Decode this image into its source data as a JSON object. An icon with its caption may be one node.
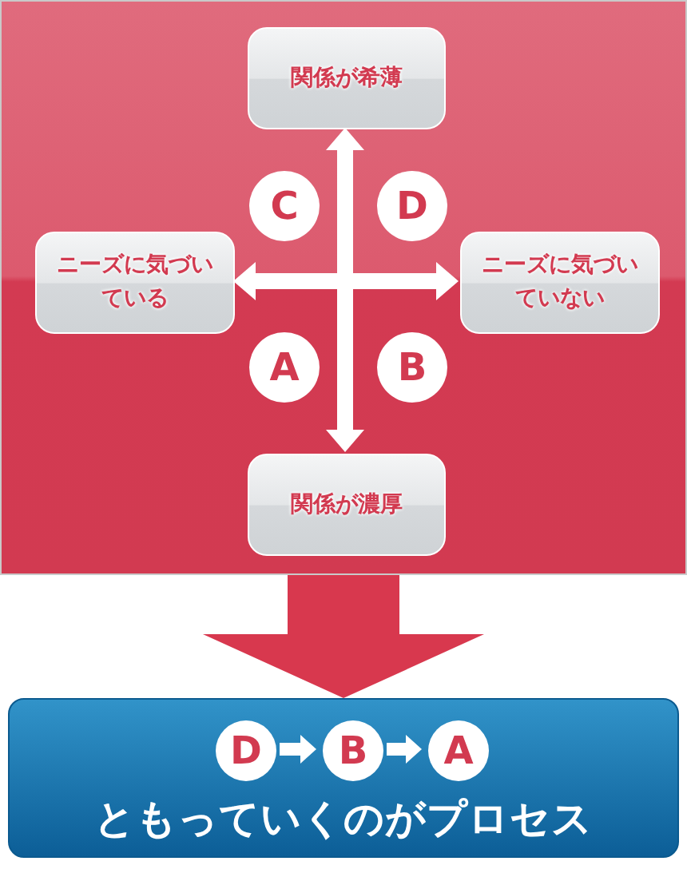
{
  "diagram": {
    "nodes": [
      {
        "text": [],
        "shape": "box"
      },
      {
        "text": [
          "関係が希薄"
        ],
        "in": 0
      },
      {
        "text": [
          "C"
        ],
        "in": 0
      },
      {
        "text": [
          "D"
        ],
        "in": 0
      },
      {
        "text": [
          "ニーズに気づいている"
        ],
        "in": 0
      },
      {
        "text": [
          "ニーズに気づいていない"
        ],
        "in": 0
      },
      {
        "text": [
          "A"
        ],
        "in": 0
      },
      {
        "text": [
          "B"
        ],
        "in": 0
      },
      {
        "text": [
          "関係が濃厚"
        ],
        "in": 0
      },
      {
        "text": [
          "ともっていくのがプロセス"
        ]
      },
      {
        "text": [
          "D"
        ],
        "in": 9
      },
      {
        "text": [
          "B"
        ],
        "in": 9
      },
      {
        "text": [
          "A"
        ],
        "in": 9
      }
    ],
    "edges": [
      {
        "from": 1,
        "to": 8,
        "arrow": "both"
      },
      {
        "from": 4,
        "to": 5,
        "arrow": "both"
      },
      {
        "from": 0,
        "to": 9,
        "arrow": "to",
        "style": "thick",
        "color": "#d8384e"
      },
      {
        "from": 10,
        "to": 11,
        "arrow": "to"
      },
      {
        "from": 11,
        "to": 12,
        "arrow": "to"
      }
    ]
  }
}
